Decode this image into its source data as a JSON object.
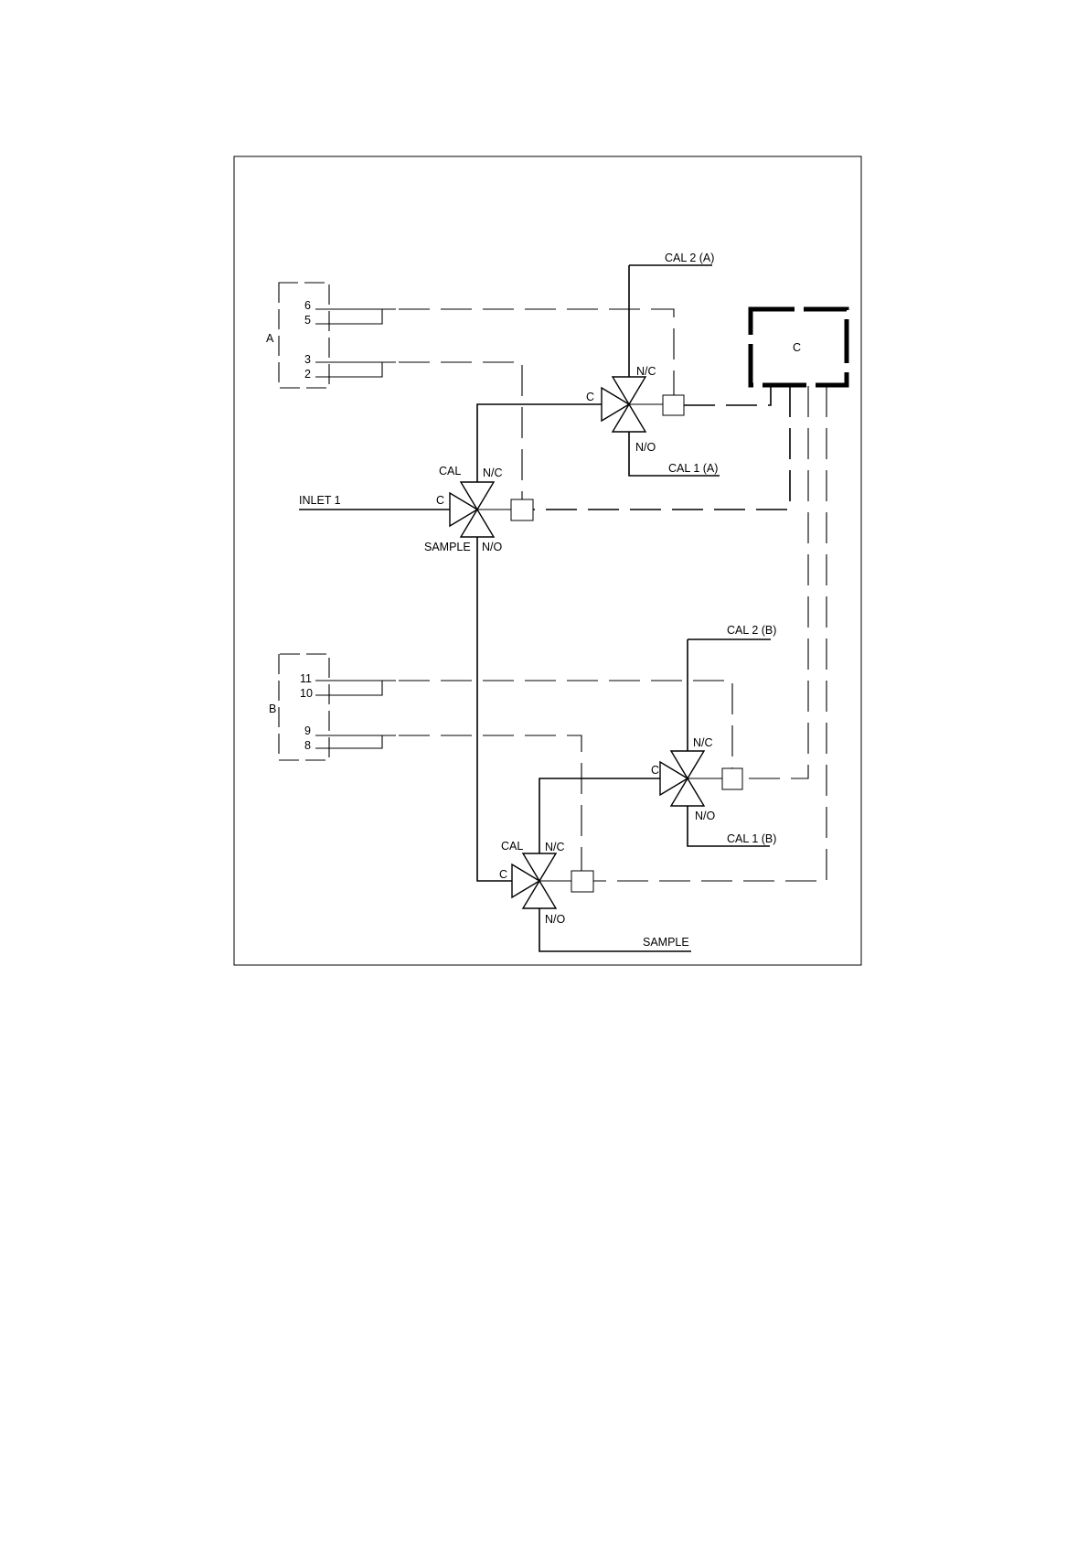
{
  "connectors": {
    "a": {
      "label": "A",
      "pins": [
        "6",
        "5",
        "3",
        "2"
      ]
    },
    "b": {
      "label": "B",
      "pins": [
        "11",
        "10",
        "9",
        "8"
      ]
    }
  },
  "controller": {
    "label": "C"
  },
  "valves": {
    "v1": {
      "common": "C",
      "nc": "N/C",
      "no": "N/O"
    },
    "v2": {
      "common": "C",
      "nc": "N/C",
      "no": "N/O",
      "cal": "CAL",
      "sample": "SAMPLE"
    },
    "v3": {
      "common": "C",
      "nc": "N/C",
      "no": "N/O"
    },
    "v4": {
      "common": "C",
      "nc": "N/C",
      "no": "N/O",
      "cal": "CAL"
    }
  },
  "lines": {
    "cal2a": "CAL 2 (A)",
    "cal1a": "CAL 1 (A)",
    "inlet1": "INLET 1",
    "cal2b": "CAL 2 (B)",
    "cal1b": "CAL 1 (B)",
    "sample_out": "SAMPLE"
  }
}
